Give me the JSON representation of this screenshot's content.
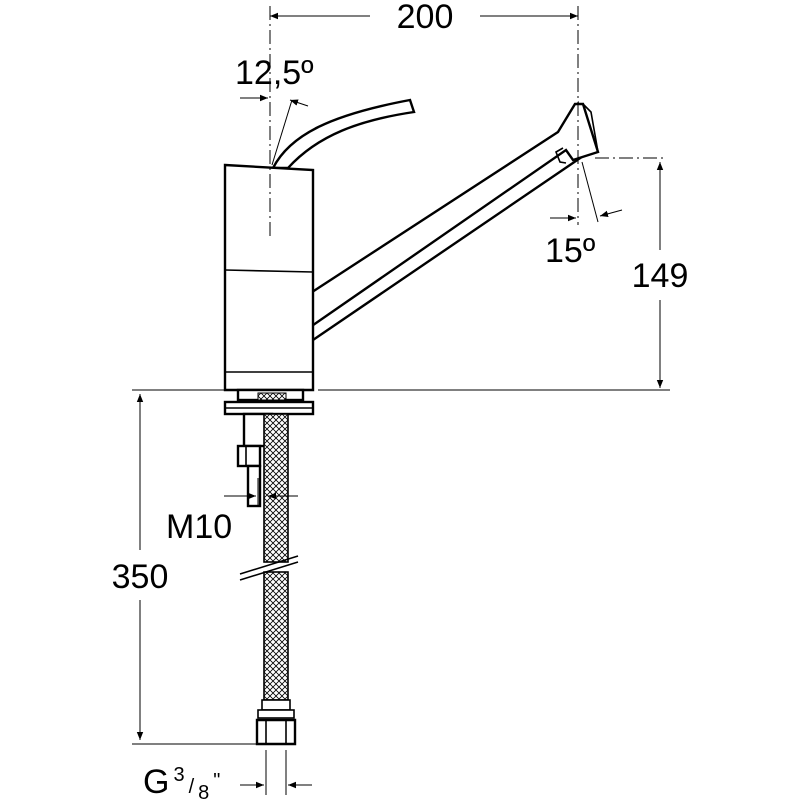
{
  "dimensions": {
    "spout_reach": "200",
    "lever_angle": "12,5º",
    "spout_angle": "15º",
    "spout_height": "149",
    "thread": "M10",
    "hose_length": "350",
    "connection_prefix": "G",
    "connection_sup": "3",
    "connection_sub": "8",
    "connection_suffix": "\""
  }
}
